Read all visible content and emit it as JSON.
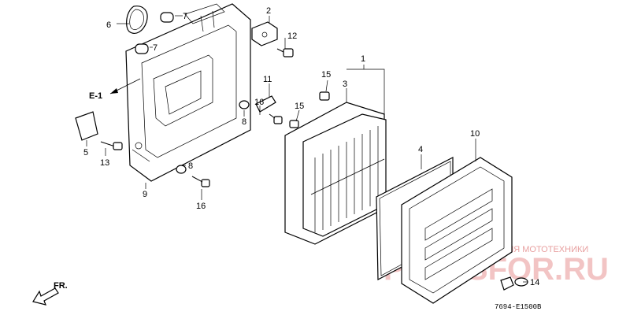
{
  "callouts": {
    "c1": "1",
    "c2": "2",
    "c3": "3",
    "c4": "4",
    "c5": "5",
    "c6": "6",
    "c7a": "7",
    "c7b": "7",
    "c8a": "8",
    "c8b": "8",
    "c9": "9",
    "c10": "10",
    "c11": "11",
    "c12": "12",
    "c13": "13",
    "c14": "14",
    "c15a": "15",
    "c15b": "15",
    "c16a": "16",
    "c16b": "16",
    "e1": "E-1"
  },
  "direction": {
    "label": "FR."
  },
  "drawing_code": "7694-E1500B",
  "watermark": {
    "text": "ЗАПЧАСТИ И АКСЕССУАРЫ ДЛЯ МОТОТЕХНИКИ",
    "logo": "PARTSFOR.RU"
  },
  "colors": {
    "line": "#000000",
    "background": "#ffffff",
    "watermark": "#e8a0a0"
  }
}
